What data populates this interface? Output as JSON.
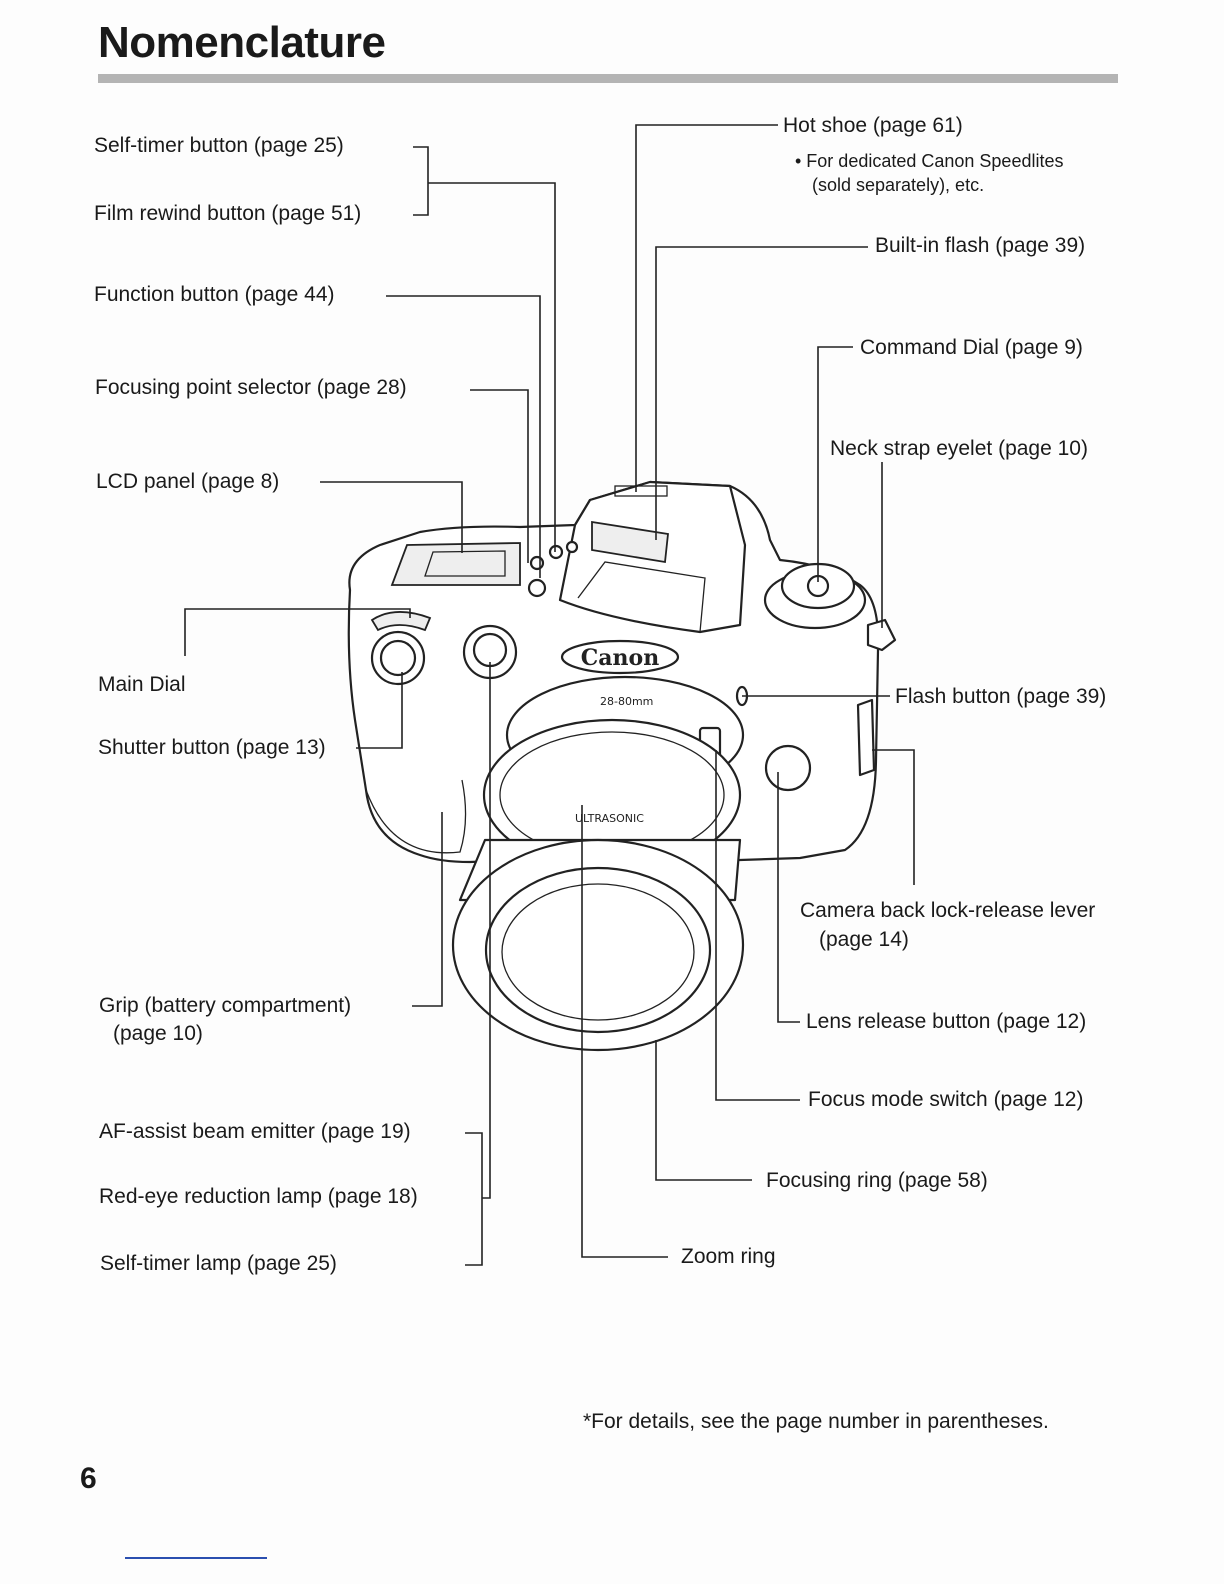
{
  "page": {
    "title": "Nomenclature",
    "page_number": "6",
    "footnote": "*For details, see the page number in parentheses."
  },
  "camera": {
    "brand_logo": "Canon",
    "lens_focal_marking": "28-80mm",
    "lens_ring_text": "ULTRASONIC"
  },
  "labels": {
    "self_timer_button": "Self-timer button (page 25)",
    "film_rewind_button": "Film rewind button (page 51)",
    "function_button": "Function button (page 44)",
    "focusing_point_selector": "Focusing point selector (page 28)",
    "lcd_panel": "LCD panel (page 8)",
    "main_dial": "Main Dial",
    "shutter_button": "Shutter button (page 13)",
    "grip_line1": "Grip (battery compartment)",
    "grip_line2": "(page 10)",
    "af_assist": "AF-assist beam emitter (page 19)",
    "red_eye": "Red-eye reduction lamp (page 18)",
    "self_timer_lamp": "Self-timer lamp (page 25)",
    "hot_shoe": "Hot shoe (page 61)",
    "hot_shoe_note_line1": "• For dedicated Canon Speedlites",
    "hot_shoe_note_line2": "(sold separately), etc.",
    "built_in_flash": "Built-in flash (page 39)",
    "command_dial": "Command Dial (page 9)",
    "neck_strap": "Neck strap eyelet (page 10)",
    "flash_button": "Flash button (page 39)",
    "back_lock_line1": "Camera back lock-release lever",
    "back_lock_line2": "(page 14)",
    "lens_release": "Lens release button (page 12)",
    "focus_mode": "Focus mode switch (page 12)",
    "focusing_ring": "Focusing ring (page 58)",
    "zoom_ring": "Zoom ring"
  }
}
